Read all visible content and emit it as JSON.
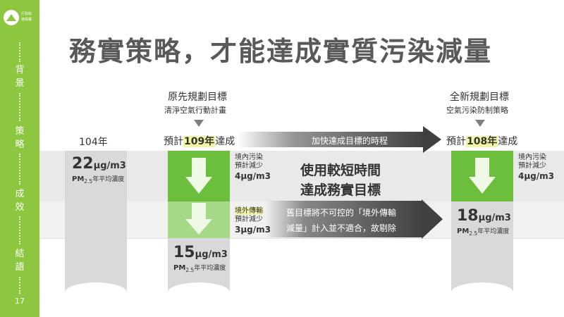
{
  "sidebar": {
    "logo_line1": "行政院",
    "logo_line2": "環保署",
    "sections": [
      {
        "label": "背\n景"
      },
      {
        "label": "策\n略"
      },
      {
        "label": "成\n效"
      },
      {
        "label": "結\n語"
      }
    ],
    "page_number": "17"
  },
  "title": "務實策略，才能達成實質污染減量",
  "columns": {
    "c104": {
      "year_label": "104年"
    },
    "original": {
      "heading": "原先規劃目標",
      "subheading": "清淨空氣行動計畫",
      "year_pre": "預計",
      "year_hl": "109年",
      "year_post": "達成"
    },
    "new": {
      "heading": "全新規劃目標",
      "subheading": "空氣污染防制策略",
      "year_pre": "預計",
      "year_hl": "108年",
      "year_post": "達成"
    }
  },
  "bars": {
    "b104": {
      "value": "22",
      "unit": "μg/m3",
      "caption_pm": "PM",
      "caption_sub": "2.5",
      "caption_rest": "年平均濃度"
    },
    "b109": {
      "value": "15",
      "unit": "μg/m3",
      "caption_pm": "PM",
      "caption_sub": "2.5",
      "caption_rest": "年平均濃度"
    },
    "b108": {
      "value": "18",
      "unit": "μg/m3",
      "caption_pm": "PM",
      "caption_sub": "2.5",
      "caption_rest": "年平均濃度"
    }
  },
  "notes": {
    "domestic_orig": {
      "line1": "境內污染",
      "line2": "預計減少",
      "amount": "4μg/m3"
    },
    "foreign_orig": {
      "line1": "境外傳輸",
      "line2": "預計減少",
      "amount": "3μg/m3"
    },
    "domestic_new": {
      "line1": "境內污染",
      "line2": "預計減少",
      "amount": "4μg/m3"
    }
  },
  "arrows": {
    "top": {
      "label": "加快達成目標的時程"
    },
    "bottom": {
      "line1": "舊目標將不可控的「境外傳輸",
      "line2": "減量」計入並不適合，故剔除"
    }
  },
  "center_text": {
    "line1": "使用較短時間",
    "line2": "達成務實目標"
  },
  "colors": {
    "accent_green": "#8dc63f",
    "bar_green": "#6cbf3c",
    "bar_light_green": "#a6d987",
    "bar_gray": "#d9d9d9",
    "arrow_dark": "#404040",
    "highlight_yellow": "#f3f4a4"
  }
}
